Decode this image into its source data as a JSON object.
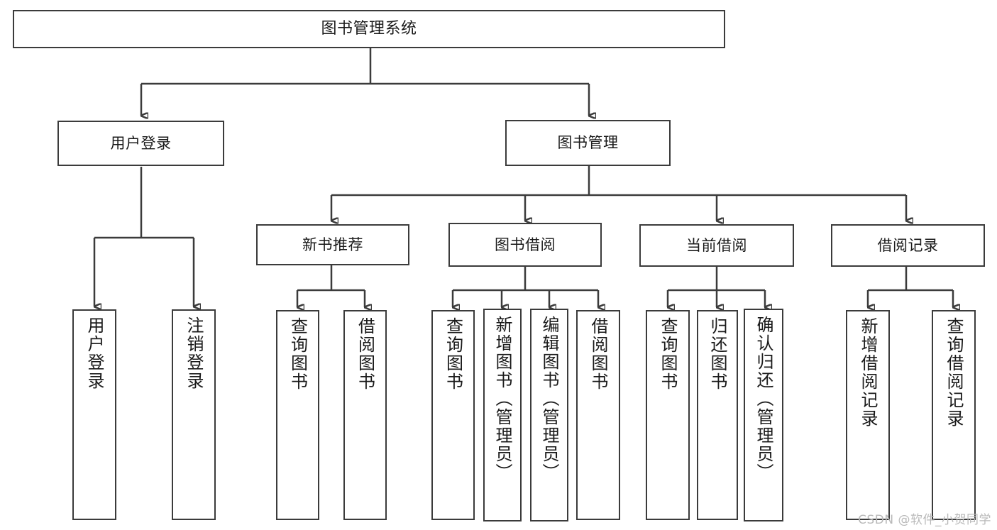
{
  "diagram": {
    "type": "tree-hierarchy",
    "title": "图书管理系统",
    "watermark": "CSDN @软件_小贺同学",
    "colors": {
      "stroke": "#3b3b3b",
      "background": "#ffffff",
      "text": "#1a1a1a",
      "watermark": "#b9b9b9"
    },
    "levels": {
      "root": {
        "label": "图书管理系统"
      },
      "level2": [
        {
          "label": "用户登录"
        },
        {
          "label": "图书管理"
        }
      ],
      "level3": [
        {
          "label": "新书推荐"
        },
        {
          "label": "图书借阅"
        },
        {
          "label": "当前借阅"
        },
        {
          "label": "借阅记录"
        }
      ],
      "leaves": [
        {
          "label": "用户登录",
          "parent": "用户登录"
        },
        {
          "label": "注销登录",
          "parent": "用户登录"
        },
        {
          "label": "查询图书",
          "parent": "新书推荐"
        },
        {
          "label": "借阅图书",
          "parent": "新书推荐"
        },
        {
          "label": "查询图书",
          "parent": "图书借阅"
        },
        {
          "label": "新增图书（管理员）",
          "parent": "图书借阅"
        },
        {
          "label": "编辑图书（管理员）",
          "parent": "图书借阅"
        },
        {
          "label": "借阅图书",
          "parent": "图书借阅"
        },
        {
          "label": "查询图书",
          "parent": "当前借阅"
        },
        {
          "label": "归还图书",
          "parent": "当前借阅"
        },
        {
          "label": "确认归还（管理员）",
          "parent": "当前借阅"
        },
        {
          "label": "新增借阅记录",
          "parent": "借阅记录"
        },
        {
          "label": "查询借阅记录",
          "parent": "借阅记录"
        }
      ]
    }
  }
}
